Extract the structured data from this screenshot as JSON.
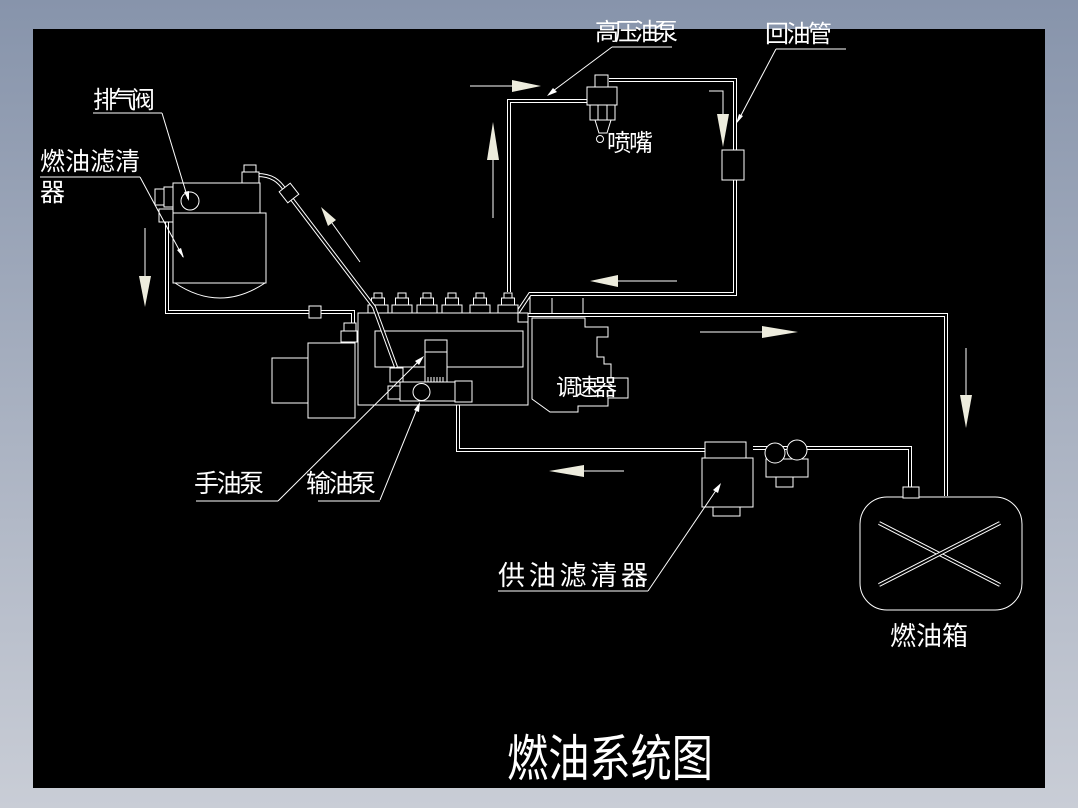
{
  "drawing": {
    "title": "燃油系统图",
    "labels": {
      "exhaust_valve": "排气阀",
      "fuel_filter_line1": "燃油滤清",
      "fuel_filter_line2": "器",
      "high_pressure_pump": "高压油泵",
      "return_pipe": "回油管",
      "injector_nozzle": "喷嘴",
      "governor": "调速器",
      "hand_pump": "手油泵",
      "transfer_pump": "输油泵",
      "supply_filter": "供油滤清器",
      "fuel_tank": "燃油箱"
    },
    "colors": {
      "canvas": "#000000",
      "line": "#ffffff",
      "arrow": "#edecdd",
      "frame_top": "#8794ab",
      "frame_bottom": "#c9cdd6"
    }
  }
}
